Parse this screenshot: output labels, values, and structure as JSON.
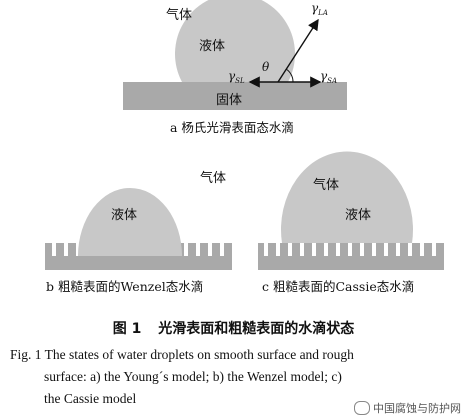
{
  "panel_a": {
    "gas": "气体",
    "liquid": "液体",
    "solid": "固体",
    "gamma_LA": "γ",
    "gamma_LA_sub": "LA",
    "gamma_SL": "γ",
    "gamma_SL_sub": "SL",
    "gamma_SA": "γ",
    "gamma_SA_sub": "SA",
    "theta": "θ",
    "caption": "a  杨氏光滑表面态水滴"
  },
  "panel_b": {
    "gas": "气体",
    "liquid": "液体",
    "caption": "b  粗糙表面的Wenzel态水滴"
  },
  "panel_c": {
    "gas": "气体",
    "liquid": "液体",
    "caption": "c  粗糙表面的Cassie态水滴"
  },
  "caption_cn": {
    "number": "图 1",
    "text": "光滑表面和粗糙表面的水滴状态"
  },
  "caption_en": {
    "line1": "Fig. 1 The states of water droplets on smooth surface and rough",
    "line2": "surface: a) the Young´s model; b)  the Wenzel model; c)",
    "line3": "the Cassie model"
  },
  "watermark": "中国腐蚀与防护网",
  "colors": {
    "droplet": "#c8c8c8",
    "substrate": "#a9a9a9",
    "text": "#111111"
  }
}
